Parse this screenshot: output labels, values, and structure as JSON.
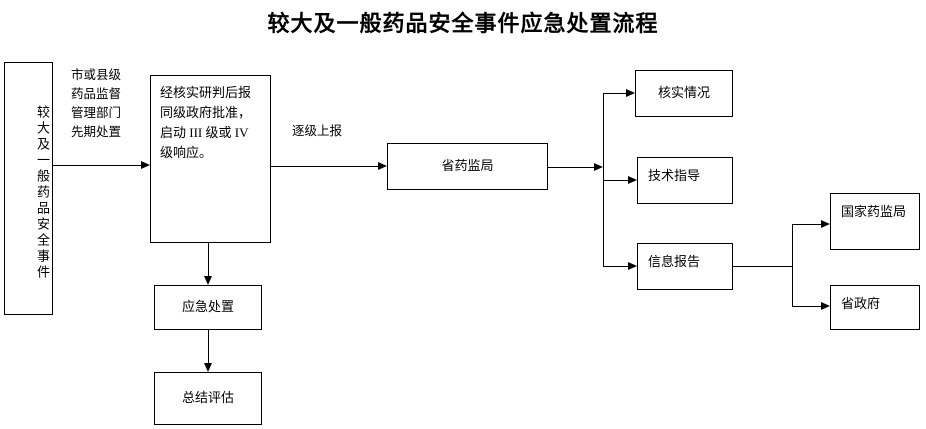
{
  "title": "较大及一般药品安全事件应急处置流程",
  "boxes": {
    "incident": "较大及一般药品安全事件",
    "main_decision": "经核实研判后报同级政府批准，启动 III 级或 IV 级响应。",
    "provincial_bureau": "省药监局",
    "emergency_handling": "应急处置",
    "summary_evaluation": "总结评估",
    "verify_situation": "核实情况",
    "technical_guidance": "技术指导",
    "information_report": "信息报告",
    "national_bureau": "国家药监局",
    "provincial_government": "省政府"
  },
  "edge_labels": {
    "initial_handling": "市或县级\n药品监督\n管理部门\n先期处置",
    "escalate_report": "逐级上报"
  },
  "colors": {
    "stroke": "#000000",
    "background": "#ffffff",
    "text": "#000000"
  }
}
